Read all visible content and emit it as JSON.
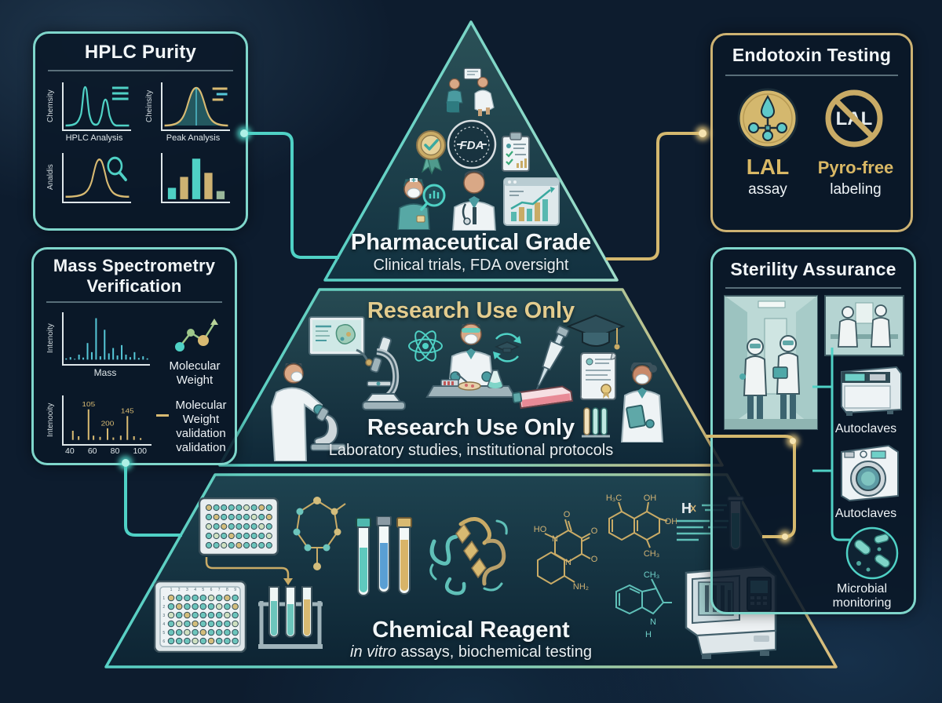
{
  "colors": {
    "teal": "#4fd1c5",
    "teal_light": "#8fdcd4",
    "gold": "#d0b274",
    "gold_text": "#e3cc8e",
    "white": "#eef3f6"
  },
  "pyramid": {
    "tier1": {
      "title": "Pharmaceutical Grade",
      "subtitle": "Clinical trials, FDA oversight"
    },
    "tier2": {
      "header": "Research Use Only",
      "title": "Research Use Only",
      "subtitle": "Laboratory studies, institutional protocols"
    },
    "tier3": {
      "title": "Chemical Reagent",
      "subtitle_italic": "in vitro",
      "subtitle_rest": " assays, biochemical testing"
    }
  },
  "panels": {
    "hplc": {
      "title": "HPLC Purity",
      "chart1": {
        "ylabel": "Chemsity",
        "xlabel": "HPLC Analysis"
      },
      "chart2": {
        "ylabel": "Cheinsity",
        "xlabel": "Peak Analysis"
      },
      "chart3": {
        "ylabel": "Analdis"
      },
      "chart4": {
        "type": "bar",
        "values": [
          0.28,
          0.55,
          1,
          0.65,
          0.2
        ],
        "colors": [
          "#4fd1c5",
          "#cdb272",
          "#4fd1c5",
          "#cdb272",
          "#9ab89a"
        ]
      }
    },
    "mass_spec": {
      "title_line1": "Mass Spectrometry",
      "title_line2": "Verification",
      "chart_top": {
        "type": "spectrum",
        "ylabel": "Intenoity",
        "xlabel": "Mass",
        "color": "#56c8d8",
        "heights": [
          3,
          6,
          2,
          12,
          5,
          40,
          18,
          100,
          8,
          72,
          15,
          28,
          10,
          35,
          12,
          6,
          18,
          4,
          8,
          3
        ]
      },
      "mw_label_line1": "Molecular",
      "mw_label_line2": "Weight",
      "chart_bottom": {
        "type": "spectrum",
        "ylabel": "Intenooity",
        "color": "#d8ba72",
        "peaks": [
          {
            "x": 0.08,
            "h": 30
          },
          {
            "x": 0.15,
            "h": 12
          },
          {
            "x": 0.27,
            "h": 100,
            "label": "105"
          },
          {
            "x": 0.33,
            "h": 14
          },
          {
            "x": 0.41,
            "h": 10
          },
          {
            "x": 0.5,
            "h": 38,
            "label": "200"
          },
          {
            "x": 0.57,
            "h": 8
          },
          {
            "x": 0.66,
            "h": 14
          },
          {
            "x": 0.74,
            "h": 78,
            "label": "145"
          },
          {
            "x": 0.82,
            "h": 12
          },
          {
            "x": 0.9,
            "h": 6
          }
        ],
        "ticks": [
          "40",
          "60",
          "80",
          "100"
        ]
      },
      "validation_lines": [
        "Molecular",
        "Weight",
        "validation",
        "validation"
      ]
    },
    "endotoxin": {
      "title": "Endotoxin Testing",
      "no_symbol_text": "LAL",
      "item1_title": "LAL",
      "item1_sub": "assay",
      "item2_title": "Pyro-free",
      "item2_sub": "labeling"
    },
    "sterility": {
      "title": "Sterility Assurance",
      "label_autoclaves_1": "Autoclaves",
      "label_autoclaves_2": "Autoclaves",
      "label_microbial_line1": "Microbial",
      "label_microbial_line2": "monitoring"
    }
  },
  "icons": {
    "fda_seal_text": "FDA",
    "notes_label": "H"
  },
  "chem": {
    "s1": {
      "l0": "HO",
      "l1": "O",
      "l2": "O",
      "l3": "N",
      "l4": "N",
      "l5": "O",
      "l6": "NH₂"
    },
    "s2": {
      "l0": "H₃C",
      "l1": "OH",
      "l2": "OH",
      "l3": "CH₃"
    },
    "s3": {
      "l0": "CH₃",
      "l1": "N",
      "l2": "H"
    }
  },
  "plates": {
    "plate1": {
      "rows": 5,
      "cols": 9
    },
    "plate2": {
      "rows": 6,
      "cols": 9,
      "col_labels": [
        "1",
        "2",
        "3",
        "4",
        "5",
        "6",
        "7",
        "8",
        "9"
      ],
      "row_labels": [
        "1",
        "2",
        "3",
        "4",
        "5",
        "6"
      ]
    }
  }
}
